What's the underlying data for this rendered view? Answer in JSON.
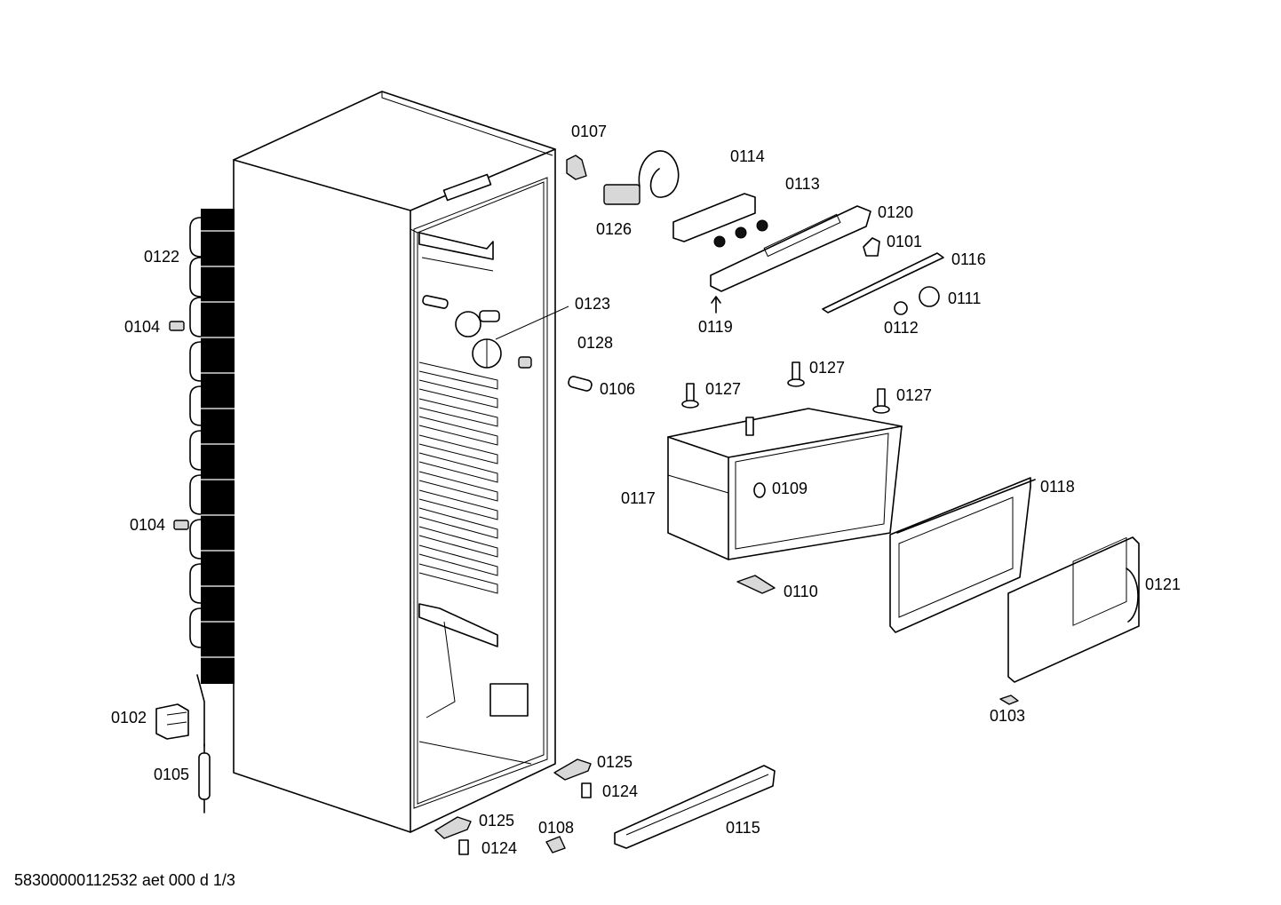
{
  "labels": {
    "p0107": "0107",
    "p0114": "0114",
    "p0113": "0113",
    "p0120": "0120",
    "p0126": "0126",
    "p0101": "0101",
    "p0116": "0116",
    "p0122": "0122",
    "p0123": "0123",
    "p0111": "0111",
    "p0104a": "0104",
    "p0119": "0119",
    "p0112": "0112",
    "p0128": "0128",
    "p0127a": "0127",
    "p0127b": "0127",
    "p0106": "0106",
    "p0127c": "0127",
    "p0118": "0118",
    "p0109": "0109",
    "p0117": "0117",
    "p0104b": "0104",
    "p0121": "0121",
    "p0110": "0110",
    "p0103": "0103",
    "p0102": "0102",
    "p0125a": "0125",
    "p0105": "0105",
    "p0124a": "0124",
    "p0125b": "0125",
    "p0108": "0108",
    "p0115": "0115",
    "p0124b": "0124"
  },
  "document_code": "58300000112532 aet 000 d 1/3"
}
